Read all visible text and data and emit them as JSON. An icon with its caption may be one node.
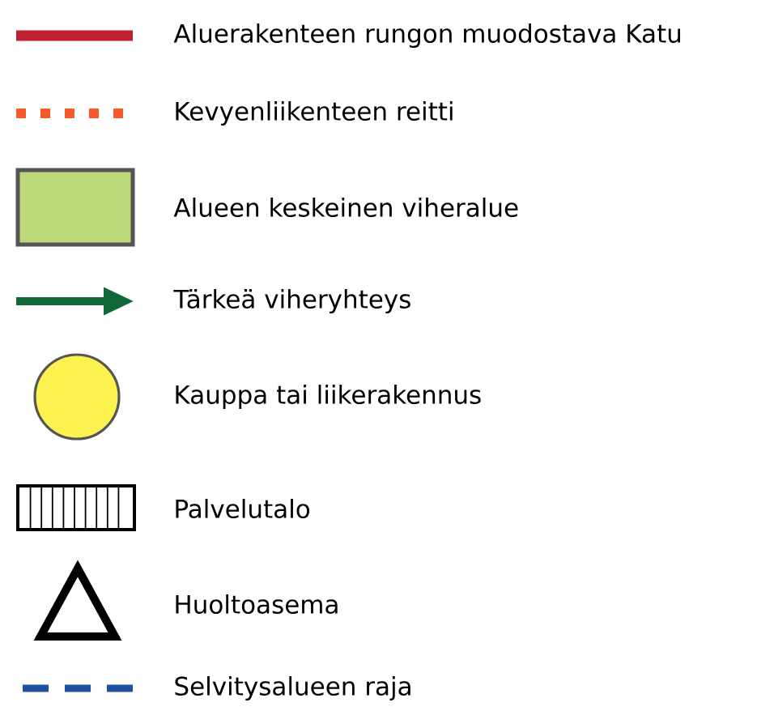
{
  "diagram": {
    "legend": [
      {
        "text": "Aluerakenteen rungon muodostava Katu"
      },
      {
        "text": "Kevyenliikenteen reitti"
      },
      {
        "text": "Alueen keskeinen viheralue",
        "color": "#bcd97a"
      },
      {
        "text": "Tärkeä viheryhteys"
      },
      {
        "text": "Kauppa tai liikerakennus",
        "color": "#fcf24f"
      },
      {
        "text": "Palvelutalo"
      },
      {
        "text": "Huoltoasema"
      },
      {
        "text": "Selvitysalueen raja"
      }
    ]
  }
}
